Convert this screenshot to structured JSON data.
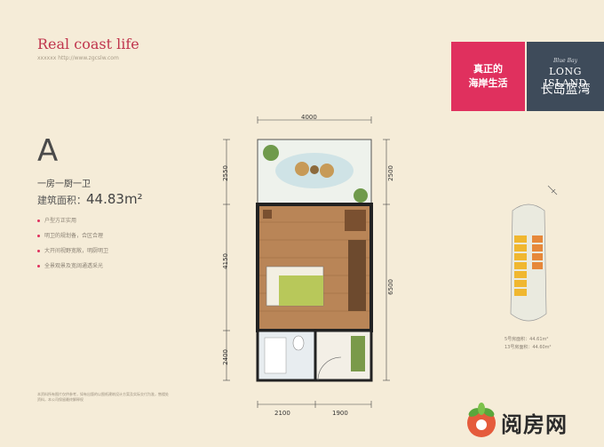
{
  "brand": {
    "title": "Real coast life",
    "url": "xxxxxx  http://www.zgcslw.com"
  },
  "badge_pink": {
    "line1": "真正的",
    "line2": "海岸生活"
  },
  "badge_dark": {
    "script": "Blue Bay",
    "latin": "LONG ISLAND",
    "cn": "长岛蓝湾"
  },
  "unit": {
    "letter": "A",
    "layout": "一房一厨一卫",
    "area_label": "建筑面积：",
    "area_value": "44.83m²"
  },
  "features": [
    "户型方正实用",
    "明卫的规划备，合区合理",
    "大开间视野宽敞，明厨明卫",
    "全景观景及宽阔通透采光"
  ],
  "dimensions": {
    "top": "4000",
    "left_upper": "2550",
    "right_upper": "2500",
    "left_middle": "4150",
    "left_lower": "2400",
    "right_total": "6500",
    "bottom_left": "2100",
    "bottom_right": "1900"
  },
  "location_note": {
    "line1": "5号房面积：44.61m²",
    "line2": "13号房面积：44.60m²"
  },
  "disclaimer": "本资料所有图片仅供参考，如有出版的以图纸建筑设计方案及实际交付为准，售楼处资料，本公司保留最终解释权",
  "watermark": {
    "text": "阅房网"
  },
  "colors": {
    "background": "#f5ecd8",
    "accent_pink": "#e0305e",
    "dark_badge": "#3e4b5a"
  }
}
